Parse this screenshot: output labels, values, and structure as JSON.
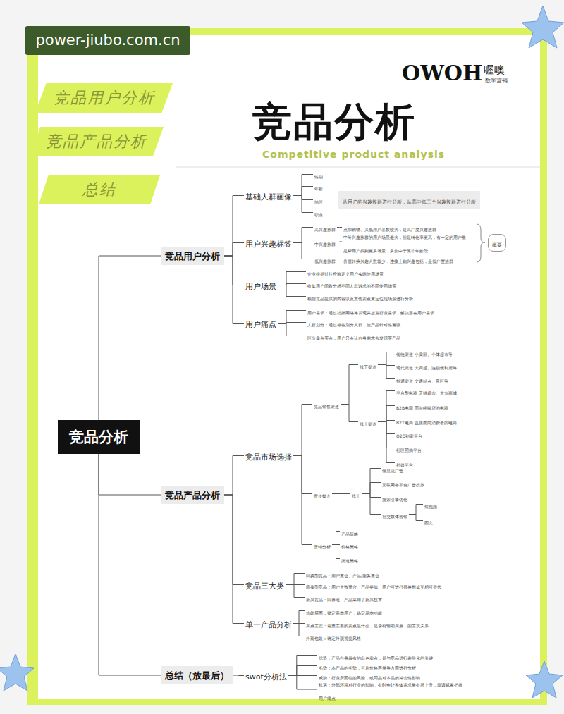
{
  "diagram": {
    "title": "竞品分析",
    "nodes": [
      {
        "text": [
          "竞品用户分析"
        ]
      },
      {
        "text": [
          "竞品产品分析"
        ]
      },
      {
        "text": [
          "总结"
        ]
      },
      {
        "text": [
          "竞品分析"
        ]
      },
      {
        "text": [
          "竞品用户分析"
        ]
      },
      {
        "text": [
          "基础人群画像"
        ]
      },
      {
        "text": [
          "性别"
        ]
      },
      {
        "text": [
          "年龄"
        ]
      },
      {
        "text": [
          "地区"
        ]
      },
      {
        "text": [
          "职业"
        ]
      },
      {
        "text": [
          "从用户的兴趣族群进行分析，从高中低三个兴趣族群进行分析"
        ]
      },
      {
        "text": [
          "用户兴趣标签"
        ]
      },
      {
        "text": [
          "高兴趣族群"
        ]
      },
      {
        "text": [
          "点加购物、又低用户基数较大，是高广度兴趣族群"
        ]
      },
      {
        "text": [
          "中兴趣族群"
        ]
      },
      {
        "text": [
          "中等兴趣族群的用户场景最大，但是转化率更高，有一定的用户量是帮用户找到更多场景，多集中于某个年龄段"
        ]
      },
      {
        "text": [
          "低兴趣族群"
        ]
      },
      {
        "text": [
          "价值转换兴趣人数较少，连接上购兴趣包括，是低广度族群"
        ]
      },
      {
        "text": [
          "概要"
        ]
      },
      {
        "text": [
          "用户场景"
        ]
      },
      {
        "text": [
          "企业根据过往经验定义用户实际使用场景"
        ]
      },
      {
        "text": [
          "收集用户间数分析不同人群诉求的不同使用场景"
        ]
      },
      {
        "text": [
          "根据竞品提供的内容以及宣传卖点来定位现场景进行分析"
        ]
      },
      {
        "text": [
          "用户痛点"
        ]
      },
      {
        "text": [
          "用户需求：通过社媒网络等发现并放置行业需求，解决潜在用户需求"
        ]
      },
      {
        "text": [
          "人群划分：通过标签划分人群，使产品针对性更强"
        ]
      },
      {
        "text": [
          "区分卖点买点：用户只会认自身需求去发现买产品"
        ]
      },
      {
        "text": [
          "竞品产品分析"
        ]
      },
      {
        "text": [
          "竞品市场选择"
        ]
      },
      {
        "text": [
          "竞品销售渠道"
        ]
      },
      {
        "text": [
          "线下渠道"
        ]
      },
      {
        "text": [
          "传统渠道  小卖部、个体超市等"
        ]
      },
      {
        "text": [
          "现代渠道  大商超、连锁便利店等"
        ]
      },
      {
        "text": [
          "特通渠道  交通站点、景区等"
        ]
      },
      {
        "text": [
          "线上渠道"
        ]
      },
      {
        "text": [
          "平台型电商  天猫超市、京东商城"
        ]
      },
      {
        "text": [
          "B2B电商  面向终端店的电商"
        ]
      },
      {
        "text": [
          "B2T电商  直接面向消费者的电商"
        ]
      },
      {
        "text": [
          "O2O到家平台"
        ]
      },
      {
        "text": [
          "社区团购平台"
        ]
      },
      {
        "text": [
          "社媒平台"
        ]
      },
      {
        "text": [
          "宣传媒介"
        ]
      },
      {
        "text": [
          "线上"
        ]
      },
      {
        "text": [
          "信息流广告"
        ]
      },
      {
        "text": [
          "互联网各平台广告投放"
        ]
      },
      {
        "text": [
          "搜索引擎优化"
        ]
      },
      {
        "text": [
          "社交媒体营销"
        ]
      },
      {
        "text": [
          "短视频"
        ]
      },
      {
        "text": [
          "图文"
        ]
      },
      {
        "text": [
          "营销分析"
        ]
      },
      {
        "text": [
          "产品策略"
        ]
      },
      {
        "text": [
          "价格策略"
        ]
      },
      {
        "text": [
          "渠道策略"
        ]
      },
      {
        "text": [
          "竞品三大类"
        ]
      },
      {
        "text": [
          "同类型竞品：用户重合、产品/服务重合"
        ]
      },
      {
        "text": [
          "间接型竞品：用户大致重合、产品类似、用户可进行替换形成互相可替代"
        ]
      },
      {
        "text": [
          "新兴竞品：同赛道、产品采用了新兴技术"
        ]
      },
      {
        "text": [
          "单一产品分析"
        ]
      },
      {
        "text": [
          "功能层面：锁定基本用户，确定基本功能"
        ]
      },
      {
        "text": [
          "卖点主次：着重主要的卖点是什么，是否有辅助卖点，的主次关系"
        ]
      },
      {
        "text": [
          "外观包装：确定外观视觉风格"
        ]
      },
      {
        "text": [
          "总结（放最后）"
        ]
      },
      {
        "text": [
          "swot分析法"
        ]
      },
      {
        "text": [
          "优势：产品自身具有的出色卖点，是与竞品进行差异化的关键"
        ]
      },
      {
        "text": [
          "劣势：本产品的劣势，可从价格容量等方面进行分析"
        ]
      },
      {
        "text": [
          "威胁：行业所面临的风险，或同品对本品的冲击性影响"
        ]
      },
      {
        "text": [
          "机遇：外部环境对行业的影响，有时会让整体需求量有所上升，应该赋象把握用户痛点"
        ]
      }
    ],
    "edges": [
      {
        "from": 3,
        "to": 4,
        "arrow": "none"
      },
      {
        "from": 3,
        "to": 27,
        "arrow": "none"
      },
      {
        "from": 3,
        "to": 61,
        "arrow": "none"
      },
      {
        "from": 4,
        "to": 5,
        "arrow": "none"
      },
      {
        "from": 4,
        "to": 11,
        "arrow": "none"
      },
      {
        "from": 4,
        "to": 19,
        "arrow": "none"
      },
      {
        "from": 4,
        "to": 23,
        "arrow": "none"
      },
      {
        "from": 5,
        "to": 6,
        "arrow": "none"
      },
      {
        "from": 5,
        "to": 7,
        "arrow": "none"
      },
      {
        "from": 5,
        "to": 8,
        "arrow": "none"
      },
      {
        "from": 5,
        "to": 9,
        "arrow": "none"
      },
      {
        "from": 11,
        "to": 12,
        "arrow": "none"
      },
      {
        "from": 11,
        "to": 14,
        "arrow": "none"
      },
      {
        "from": 11,
        "to": 16,
        "arrow": "none"
      },
      {
        "from": 12,
        "to": 13,
        "arrow": "none"
      },
      {
        "from": 14,
        "to": 15,
        "arrow": "none"
      },
      {
        "from": 16,
        "to": 17,
        "arrow": "none"
      },
      {
        "from": 19,
        "to": 20,
        "arrow": "none"
      },
      {
        "from": 19,
        "to": 21,
        "arrow": "none"
      },
      {
        "from": 19,
        "to": 22,
        "arrow": "none"
      },
      {
        "from": 23,
        "to": 24,
        "arrow": "none"
      },
      {
        "from": 23,
        "to": 25,
        "arrow": "none"
      },
      {
        "from": 23,
        "to": 26,
        "arrow": "none"
      },
      {
        "from": 27,
        "to": 28,
        "arrow": "none"
      },
      {
        "from": 27,
        "to": 53,
        "arrow": "none"
      },
      {
        "from": 27,
        "to": 57,
        "arrow": "none"
      },
      {
        "from": 28,
        "to": 29,
        "arrow": "none"
      },
      {
        "from": 28,
        "to": 41,
        "arrow": "none"
      },
      {
        "from": 28,
        "to": 49,
        "arrow": "none"
      },
      {
        "from": 29,
        "to": 30,
        "arrow": "none"
      },
      {
        "from": 29,
        "to": 34,
        "arrow": "none"
      },
      {
        "from": 30,
        "to": 31,
        "arrow": "none"
      },
      {
        "from": 30,
        "to": 32,
        "arrow": "none"
      },
      {
        "from": 30,
        "to": 33,
        "arrow": "none"
      },
      {
        "from": 34,
        "to": 35,
        "arrow": "none"
      },
      {
        "from": 34,
        "to": 36,
        "arrow": "none"
      },
      {
        "from": 34,
        "to": 37,
        "arrow": "none"
      },
      {
        "from": 34,
        "to": 38,
        "arrow": "none"
      },
      {
        "from": 34,
        "to": 39,
        "arrow": "none"
      },
      {
        "from": 34,
        "to": 40,
        "arrow": "none"
      },
      {
        "from": 41,
        "to": 42,
        "arrow": "none"
      },
      {
        "from": 42,
        "to": 43,
        "arrow": "none"
      },
      {
        "from": 42,
        "to": 44,
        "arrow": "none"
      },
      {
        "from": 42,
        "to": 45,
        "arrow": "none"
      },
      {
        "from": 42,
        "to": 46,
        "arrow": "none"
      },
      {
        "from": 46,
        "to": 47,
        "arrow": "none"
      },
      {
        "from": 46,
        "to": 48,
        "arrow": "none"
      },
      {
        "from": 49,
        "to": 50,
        "arrow": "none"
      },
      {
        "from": 49,
        "to": 51,
        "arrow": "none"
      },
      {
        "from": 49,
        "to": 52,
        "arrow": "none"
      },
      {
        "from": 53,
        "to": 54,
        "arrow": "none"
      },
      {
        "from": 53,
        "to": 55,
        "arrow": "none"
      },
      {
        "from": 53,
        "to": 56,
        "arrow": "none"
      },
      {
        "from": 57,
        "to": 58,
        "arrow": "none"
      },
      {
        "from": 57,
        "to": 59,
        "arrow": "none"
      },
      {
        "from": 57,
        "to": 60,
        "arrow": "none"
      },
      {
        "from": 61,
        "to": 62,
        "arrow": "none"
      },
      {
        "from": 62,
        "to": 63,
        "arrow": "none"
      },
      {
        "from": 62,
        "to": 64,
        "arrow": "none"
      },
      {
        "from": 62,
        "to": 65,
        "arrow": "none"
      },
      {
        "from": 62,
        "to": 66,
        "arrow": "none"
      }
    ],
    "labels": [
      "power-jiubo.com.cn",
      "OWOH",
      "喔噢",
      "数字营销",
      "Competitive product analysis"
    ]
  }
}
